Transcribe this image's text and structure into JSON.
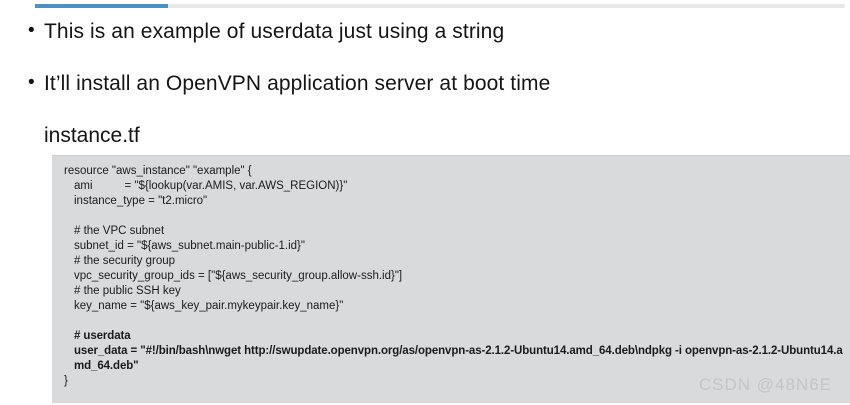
{
  "accent": {
    "bar_color": "#4d90c4",
    "track_color": "#e8e8e8"
  },
  "slide": {
    "bullets": [
      {
        "marker": "•",
        "text": "This is an example of userdata just using a string"
      },
      {
        "marker": "•",
        "text": "It’ll install an OpenVPN application server at boot time"
      }
    ],
    "sub_line": "instance.tf"
  },
  "code": {
    "background": "#d8dadb",
    "lines": [
      {
        "text": "resource \"aws_instance\" \"example\" {",
        "indent": 0,
        "bold": false
      },
      {
        "text": "ami          = \"${lookup(var.AMIS, var.AWS_REGION)}\"",
        "indent": 1,
        "bold": false
      },
      {
        "text": "instance_type = \"t2.micro\"",
        "indent": 1,
        "bold": false
      },
      {
        "text": "",
        "indent": 0,
        "bold": false
      },
      {
        "text": "# the VPC subnet",
        "indent": 1,
        "bold": false
      },
      {
        "text": "subnet_id = \"${aws_subnet.main-public-1.id}\"",
        "indent": 1,
        "bold": false
      },
      {
        "text": "# the security group",
        "indent": 1,
        "bold": false
      },
      {
        "text": "vpc_security_group_ids = [\"${aws_security_group.allow-ssh.id}\"]",
        "indent": 1,
        "bold": false
      },
      {
        "text": "# the public SSH key",
        "indent": 1,
        "bold": false
      },
      {
        "text": "key_name = \"${aws_key_pair.mykeypair.key_name}\"",
        "indent": 1,
        "bold": false
      },
      {
        "text": "",
        "indent": 0,
        "bold": false
      },
      {
        "text": "# userdata",
        "indent": 1,
        "bold": true
      },
      {
        "text": "user_data = \"#!/bin/bash\\nwget http://swupdate.openvpn.org/as/openvpn-as-2.1.2-Ubuntu14.amd_64.deb\\ndpkg -i openvpn-as-2.1.2-Ubuntu14.amd_64.deb\"",
        "indent": 1,
        "bold": true,
        "wrap": true
      },
      {
        "text": "}",
        "indent": 0,
        "bold": false
      }
    ]
  },
  "watermark": {
    "text": "CSDN @48N6E"
  }
}
